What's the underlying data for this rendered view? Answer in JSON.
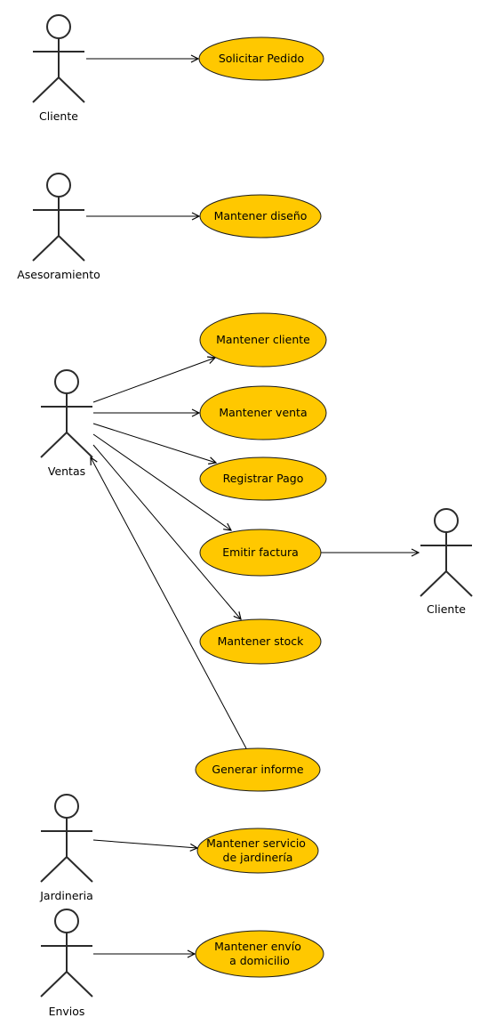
{
  "colors": {
    "use_case_fill": "#ffc800",
    "line": "#000000",
    "actor": "#2b2b2b"
  },
  "actors": {
    "cliente": "Cliente",
    "asesoramiento": "Asesoramiento",
    "ventas": "Ventas",
    "cliente2": "Cliente",
    "jardineria": "Jardineria",
    "envios": "Envios"
  },
  "use_cases": {
    "solicitar_pedido": "Solicitar Pedido",
    "mantener_diseno": "Mantener diseño",
    "mantener_cliente": "Mantener cliente",
    "mantener_venta": "Mantener venta",
    "registrar_pago": "Registrar Pago",
    "emitir_factura": "Emitir factura",
    "mantener_stock": "Mantener stock",
    "generar_informe": "Generar informe",
    "mantener_servicio": [
      "Mantener servicio",
      "de jardinería"
    ],
    "mantener_envio": [
      "Mantener envío",
      "a domicilio"
    ]
  }
}
